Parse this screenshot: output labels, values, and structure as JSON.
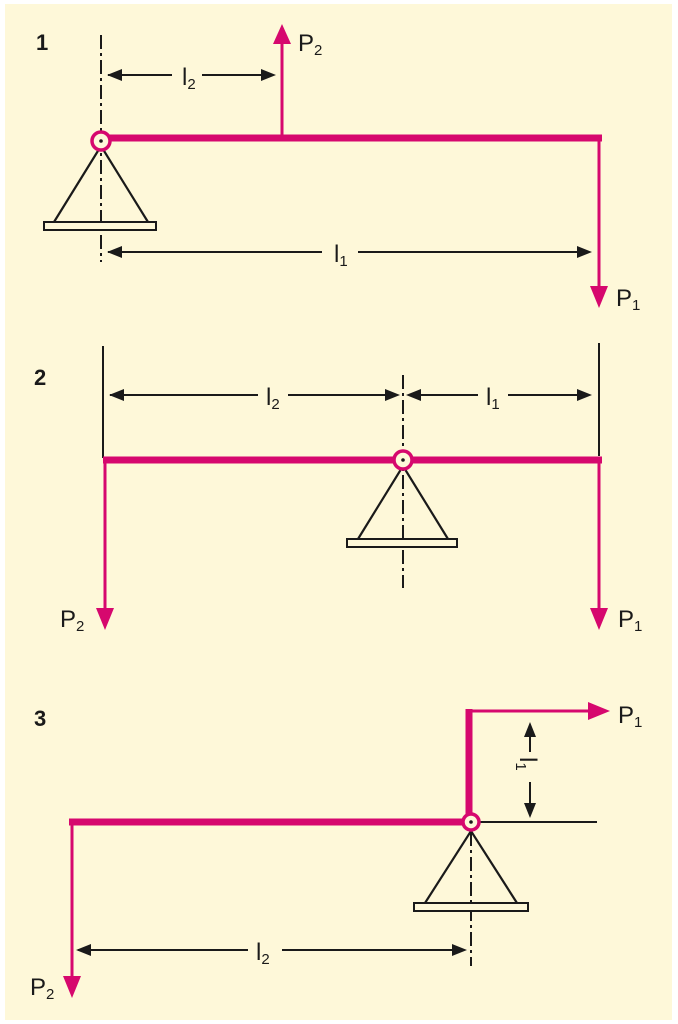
{
  "title": "Lever types with support, forces and lever arms",
  "colors": {
    "background": "#fef8d9",
    "lever": "#d6086e",
    "ink": "#1a1a1a"
  },
  "figures": [
    {
      "number": "1",
      "forces": [
        {
          "name": "P",
          "sub": "2",
          "direction": "up"
        },
        {
          "name": "P",
          "sub": "1",
          "direction": "down"
        }
      ],
      "arms": [
        {
          "name": "l",
          "sub": "2"
        },
        {
          "name": "l",
          "sub": "1"
        }
      ]
    },
    {
      "number": "2",
      "forces": [
        {
          "name": "P",
          "sub": "2",
          "direction": "down"
        },
        {
          "name": "P",
          "sub": "1",
          "direction": "down"
        }
      ],
      "arms": [
        {
          "name": "l",
          "sub": "2"
        },
        {
          "name": "l",
          "sub": "1"
        }
      ]
    },
    {
      "number": "3",
      "forces": [
        {
          "name": "P",
          "sub": "1",
          "direction": "right"
        },
        {
          "name": "P",
          "sub": "2",
          "direction": "down"
        }
      ],
      "arms": [
        {
          "name": "l",
          "sub": "1"
        },
        {
          "name": "l",
          "sub": "2"
        }
      ]
    }
  ]
}
